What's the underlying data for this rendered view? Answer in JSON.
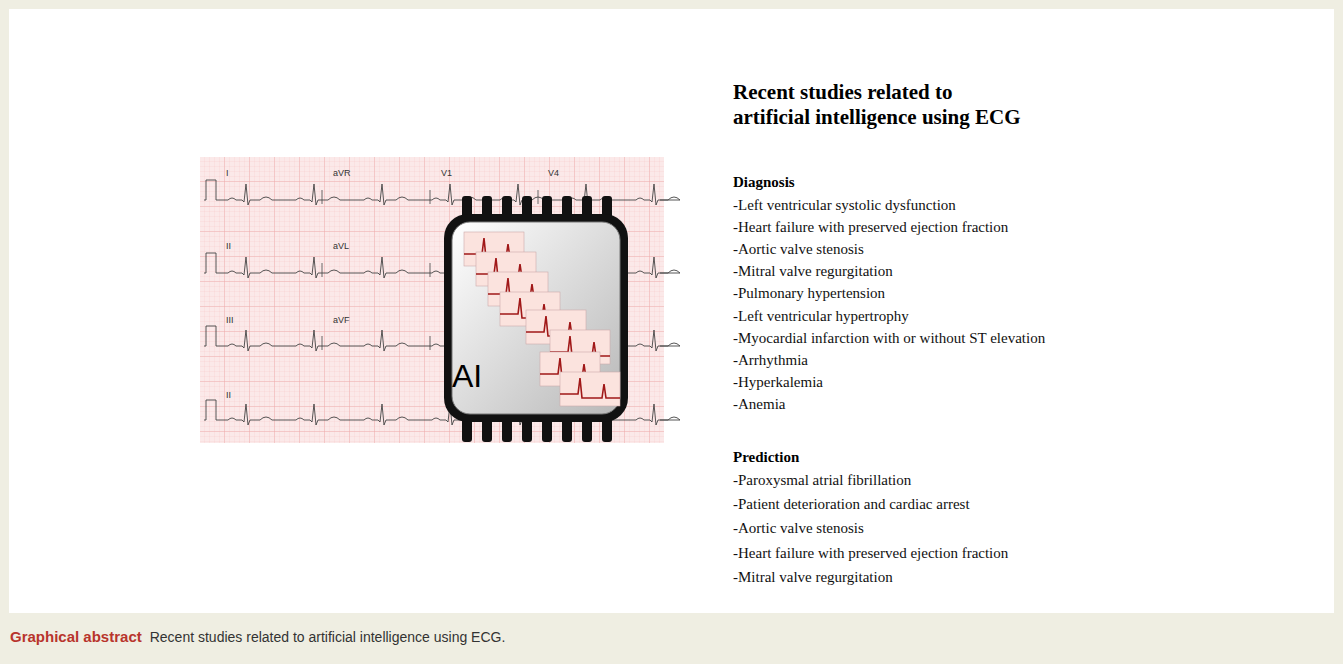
{
  "diagram": {
    "title": "Recent studies related to artificial intelligence using ECG",
    "caption": "Recent studies related to artificial intelligence using ECG.",
    "labels": [
      "Diagnosis",
      "-Left ventricular systolic dysfunction",
      "-Heart failure with preserved ejection fraction",
      "-Aortic valve stenosis",
      "-Mitral valve regurgitation",
      "-Pulmonary hypertension",
      "-Left ventricular hypertrophy",
      "-Myocardial infarction with or without ST elevation",
      "-Arrhythmia",
      "-Hyperkalemia",
      "-Anemia",
      "Prediction",
      "-Paroxysmal atrial fibrillation",
      "-Patient deterioration and cardiac arrest",
      "-Aortic valve stenosis",
      "-Heart failure with preserved ejection fraction",
      "-Mitral valve regurgitation",
      "I",
      "aVR",
      "V1",
      "V4",
      "II",
      "aVL",
      "III",
      "aVF",
      "II",
      "AI",
      "Graphical abstract"
    ]
  }
}
